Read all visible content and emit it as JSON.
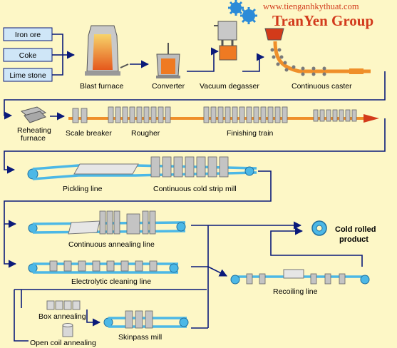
{
  "header": {
    "url": "www.tienganhkythuat.com",
    "brand": "TranYen Group"
  },
  "inputs": [
    "Iron ore",
    "Coke",
    "Lime stone"
  ],
  "stages": {
    "blast_furnace": "Blast furnace",
    "converter": "Converter",
    "vacuum_degasser": "Vacuum degasser",
    "continuous_caster": "Continuous caster",
    "reheating_furnace_line1": "Reheating",
    "reheating_furnace_line2": "furnace",
    "scale_breaker": "Scale breaker",
    "rougher": "Rougher",
    "finishing_train": "Finishing train",
    "pickling_line": "Pickling line",
    "cold_strip_mill": "Continuous cold strip mill",
    "annealing_line": "Continuous annealing line",
    "cleaning_line": "Electrolytic cleaning line",
    "box_annealing": "Box annealing",
    "open_coil_annealing": "Open coil annealing",
    "skinpass_mill": "Skinpass mill",
    "recoiling_line": "Recoiling line",
    "product_line1": "Cold rolled",
    "product_line2": "product"
  },
  "colors": {
    "background": "#fdf7c6",
    "flow_line": "#0a1a7a",
    "steel_hot": "#ef8f2a",
    "strip_cold": "#4cb8e6",
    "brand": "#d23a1c",
    "gear": "#2c8bd8"
  }
}
